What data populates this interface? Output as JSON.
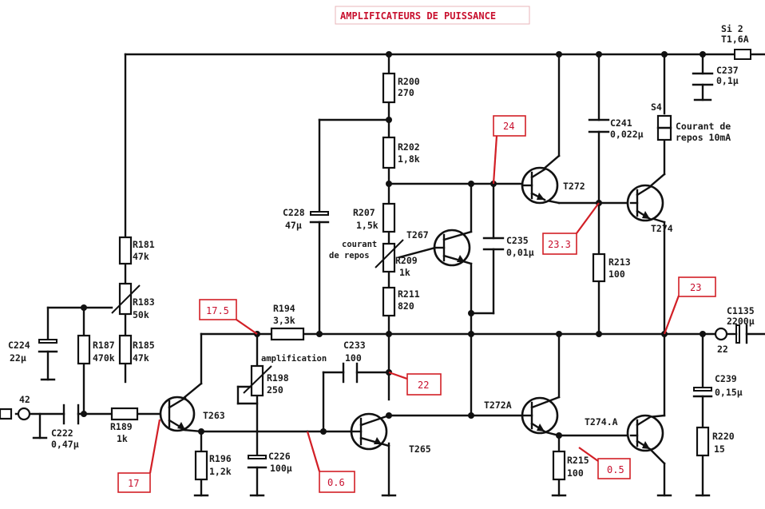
{
  "title": "AMPLIFICATEURS DE PUISSANCE",
  "labels": {
    "si2": "Si 2",
    "si2_val": "T1,6A",
    "c237": "C237",
    "c237_val": "0,1μ",
    "s4": "S4",
    "s4_desc1": "Courant de",
    "s4_desc2": "repos 10mA",
    "r200": "R200",
    "r200_val": "270",
    "r202": "R202",
    "r202_val": "1,8k",
    "c241": "C241",
    "c241_val": "0,022μ",
    "t272": "T272",
    "t274": "T274",
    "c228": "C228",
    "c228_val": "47μ",
    "r207": "R207",
    "r207_val": "1,5k",
    "t267": "T267",
    "c235": "C235",
    "c235_val": "0,01μ",
    "courant1": "courant",
    "courant2": "de repos",
    "r209": "R209",
    "r209_val": "1k",
    "r213": "R213",
    "r213_val": "100",
    "r181": "R181",
    "r181_val": "47k",
    "r183": "R183",
    "r183_val": "50k",
    "r211": "R211",
    "r211_val": "820",
    "c1135": "C1135",
    "c1135_val": "2200μ",
    "r194": "R194",
    "r194_val": "3,3k",
    "c224": "C224",
    "c224_val": "22μ",
    "r187": "R187",
    "r187_val": "470k",
    "r185": "R185",
    "r185_val": "47k",
    "c233": "C233",
    "c233_val": "100",
    "amplification": "amplification",
    "r198": "R198",
    "r198_val": "250",
    "out22": "22",
    "c239": "C239",
    "c239_val": "0,15μ",
    "in42": "42",
    "c222": "C222",
    "c222_val": "0,47μ",
    "r189": "R189",
    "r189_val": "1k",
    "t263": "T263",
    "t272a": "T272A",
    "t274a": "T274.A",
    "t265": "T265",
    "r196": "R196",
    "r196_val": "1,2k",
    "c226": "C226",
    "c226_val": "100μ",
    "r215": "R215",
    "r215_val": "100",
    "r220": "R220",
    "r220_val": "15"
  },
  "voltages": {
    "v24": "24",
    "v23_3": "23.3",
    "v23": "23",
    "v17_5": "17.5",
    "v22": "22",
    "v17": "17",
    "v0_6": "0.6",
    "v0_5": "0.5"
  }
}
